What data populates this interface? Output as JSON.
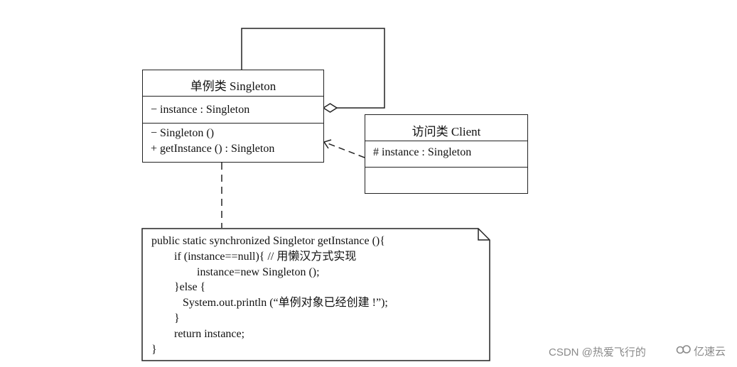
{
  "singleton": {
    "title": "单例类  Singleton",
    "attributes": [
      "− instance : Singleton"
    ],
    "operations": [
      "− Singleton ()",
      "+ getInstance () : Singleton"
    ]
  },
  "client": {
    "title": "访问类  Client",
    "attributes": [
      "# instance : Singleton"
    ]
  },
  "note": {
    "lines": [
      "public static synchronized Singletor getInstance (){",
      "        if (instance==null){ // 用懒汉方式实现",
      "                instance=new Singleton ();",
      "        }else {",
      "           System.out.println (“单例对象已经创建 !”);",
      "        }",
      "        return instance;",
      "}"
    ]
  },
  "watermark": {
    "csdn": "CSDN @热爱飞行的",
    "brand": "亿速云"
  }
}
